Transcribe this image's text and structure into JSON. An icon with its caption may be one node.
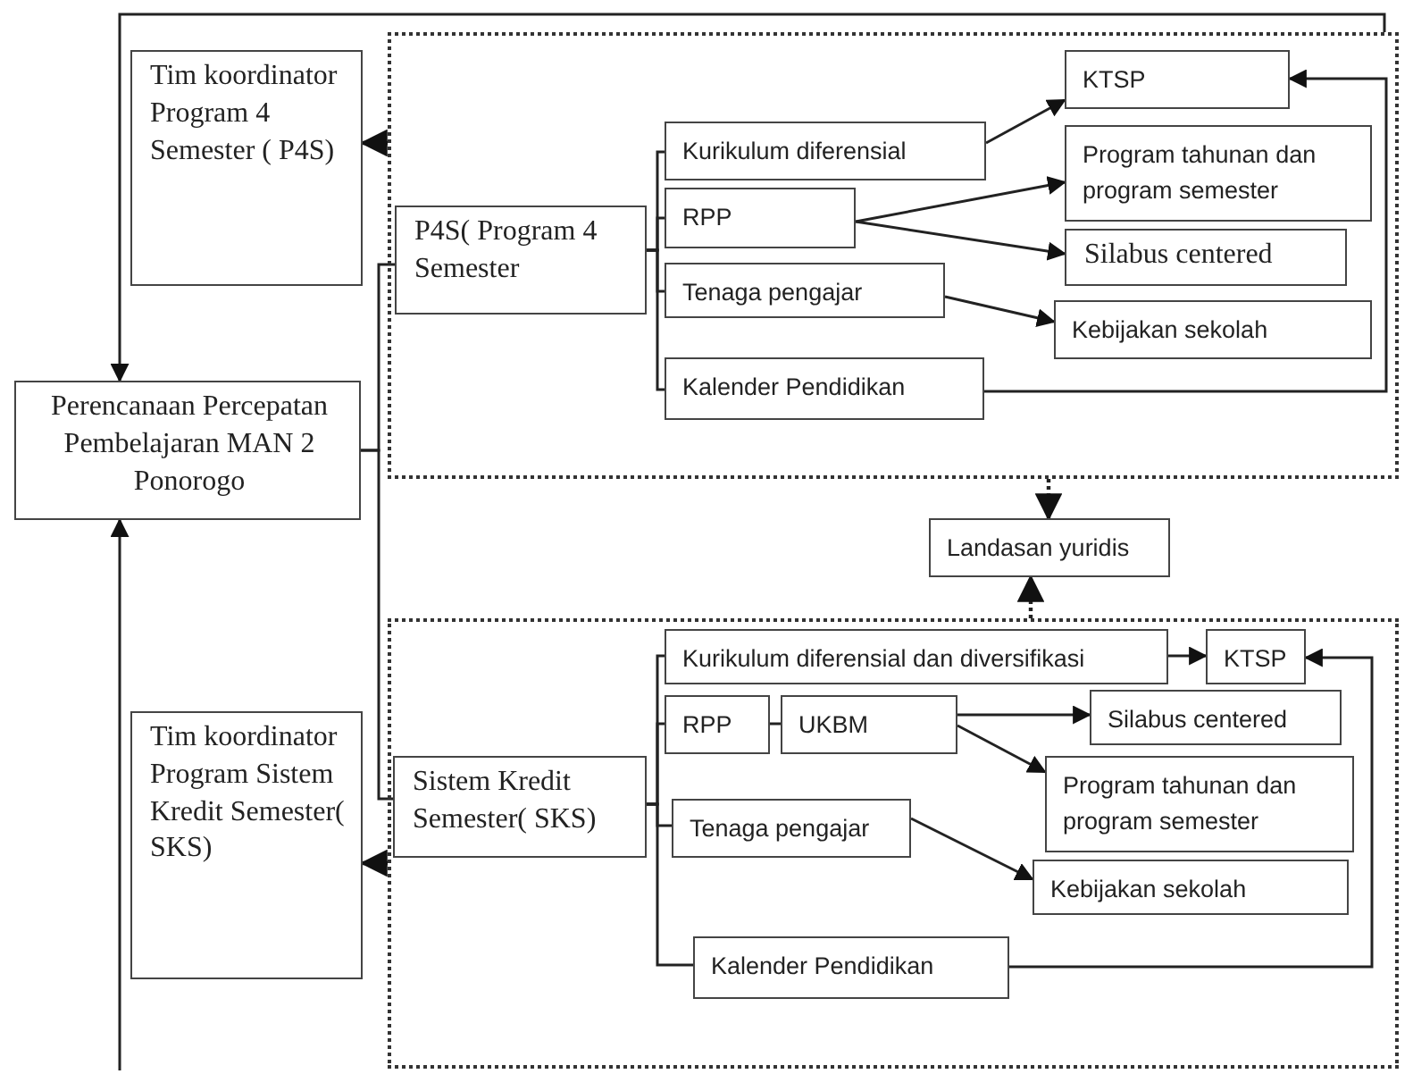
{
  "diagram": {
    "nodes": [
      {
        "text": [
          "Tim koordinator Program 4 Semester ( P4S)"
        ]
      },
      {
        "text": [],
        "shape": "box"
      },
      {
        "text": [
          "P4S( Program 4 Semester"
        ],
        "in": 1
      },
      {
        "text": [
          "Kurikulum diferensial"
        ],
        "in": 1
      },
      {
        "text": [
          "KTSP"
        ],
        "in": 1
      },
      {
        "text": [
          "Program tahunan dan program semester"
        ],
        "in": 1
      },
      {
        "text": [
          "RPP"
        ],
        "in": 1
      },
      {
        "text": [
          "Silabus centered"
        ],
        "in": 1
      },
      {
        "text": [
          "Tenaga pengajar"
        ],
        "in": 1
      },
      {
        "text": [
          "Kebijakan  sekolah"
        ],
        "in": 1
      },
      {
        "text": [
          "Kalender Pendidikan"
        ],
        "in": 1
      },
      {
        "text": [
          "Perencanaan Percepatan Pembelajaran MAN 2 Ponorogo"
        ]
      },
      {
        "text": [
          "Landasan yuridis"
        ]
      },
      {
        "text": [],
        "shape": "box"
      },
      {
        "text": [
          "Kurikulum diferensial dan diversifikasi"
        ],
        "in": 13
      },
      {
        "text": [
          "KTSP"
        ],
        "in": 13
      },
      {
        "text": [
          "RPP"
        ],
        "in": 13
      },
      {
        "text": [
          "UKBM"
        ],
        "in": 13
      },
      {
        "text": [
          "Silabus centered"
        ],
        "in": 13
      },
      {
        "text": [
          "Tim koordinator Program Sistem Kredit Semester( SKS)"
        ]
      },
      {
        "text": [
          "Sistem Kredit Semester( SKS)"
        ],
        "in": 13
      },
      {
        "text": [
          "Program tahunan dan program semester"
        ],
        "in": 13
      },
      {
        "text": [
          "Tenaga pengajar"
        ],
        "in": 13
      },
      {
        "text": [
          "Kebijakan  sekolah"
        ],
        "in": 13
      },
      {
        "text": [
          "Kalender  Pendidikan"
        ],
        "in": 13
      }
    ],
    "edges": [
      {
        "from": 1,
        "to": 11,
        "arrow": "to"
      },
      {
        "from": null,
        "to": 11,
        "arrow": "to"
      },
      {
        "from": 1,
        "to": 0,
        "arrow": "to",
        "style": "dashed"
      },
      {
        "from": 13,
        "to": 19,
        "arrow": "to",
        "style": "dashed"
      },
      {
        "from": 11,
        "to": 2,
        "arrow": "none"
      },
      {
        "from": 11,
        "to": 20,
        "arrow": "none"
      },
      {
        "from": 2,
        "to": 3,
        "arrow": "none"
      },
      {
        "from": 2,
        "to": 6,
        "arrow": "none"
      },
      {
        "from": 2,
        "to": 8,
        "arrow": "none"
      },
      {
        "from": 2,
        "to": 10,
        "arrow": "none"
      },
      {
        "from": 3,
        "to": 4,
        "arrow": "to"
      },
      {
        "from": 6,
        "to": 5,
        "arrow": "to"
      },
      {
        "from": 6,
        "to": 7,
        "arrow": "to"
      },
      {
        "from": 8,
        "to": 9,
        "arrow": "to"
      },
      {
        "from": 10,
        "to": 4,
        "arrow": "to"
      },
      {
        "from": 1,
        "to": 12,
        "arrow": "to",
        "style": "dashed"
      },
      {
        "from": 13,
        "to": 12,
        "arrow": "to",
        "style": "dashed"
      },
      {
        "from": 20,
        "to": 14,
        "arrow": "none"
      },
      {
        "from": 20,
        "to": 16,
        "arrow": "none"
      },
      {
        "from": 20,
        "to": 22,
        "arrow": "none"
      },
      {
        "from": 20,
        "to": 24,
        "arrow": "none"
      },
      {
        "from": 14,
        "to": 15,
        "arrow": "to"
      },
      {
        "from": 16,
        "to": 17,
        "arrow": "none"
      },
      {
        "from": 17,
        "to": 18,
        "arrow": "to"
      },
      {
        "from": 17,
        "to": 21,
        "arrow": "to"
      },
      {
        "from": 22,
        "to": 23,
        "arrow": "to"
      },
      {
        "from": 24,
        "to": 15,
        "arrow": "to"
      }
    ]
  }
}
